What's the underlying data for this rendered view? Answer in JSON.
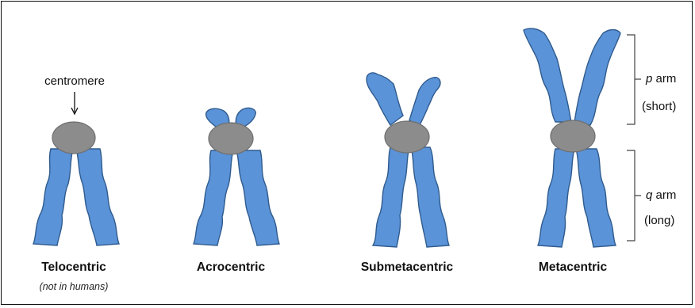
{
  "labels": {
    "centromere": "centromere",
    "telocentric": "Telocentric",
    "telocentric_note": "(not in humans)",
    "acrocentric": "Acrocentric",
    "submetacentric": "Submetacentric",
    "metacentric": "Metacentric",
    "p_letter": "p",
    "p_arm": " arm",
    "p_short": "(short)",
    "q_letter": "q",
    "q_arm": " arm",
    "q_long": "(long)"
  },
  "colors": {
    "chromatid_fill": "#5b93d8",
    "chromatid_stroke": "#2f5b8e",
    "centromere_fill": "#8c8c8c"
  }
}
